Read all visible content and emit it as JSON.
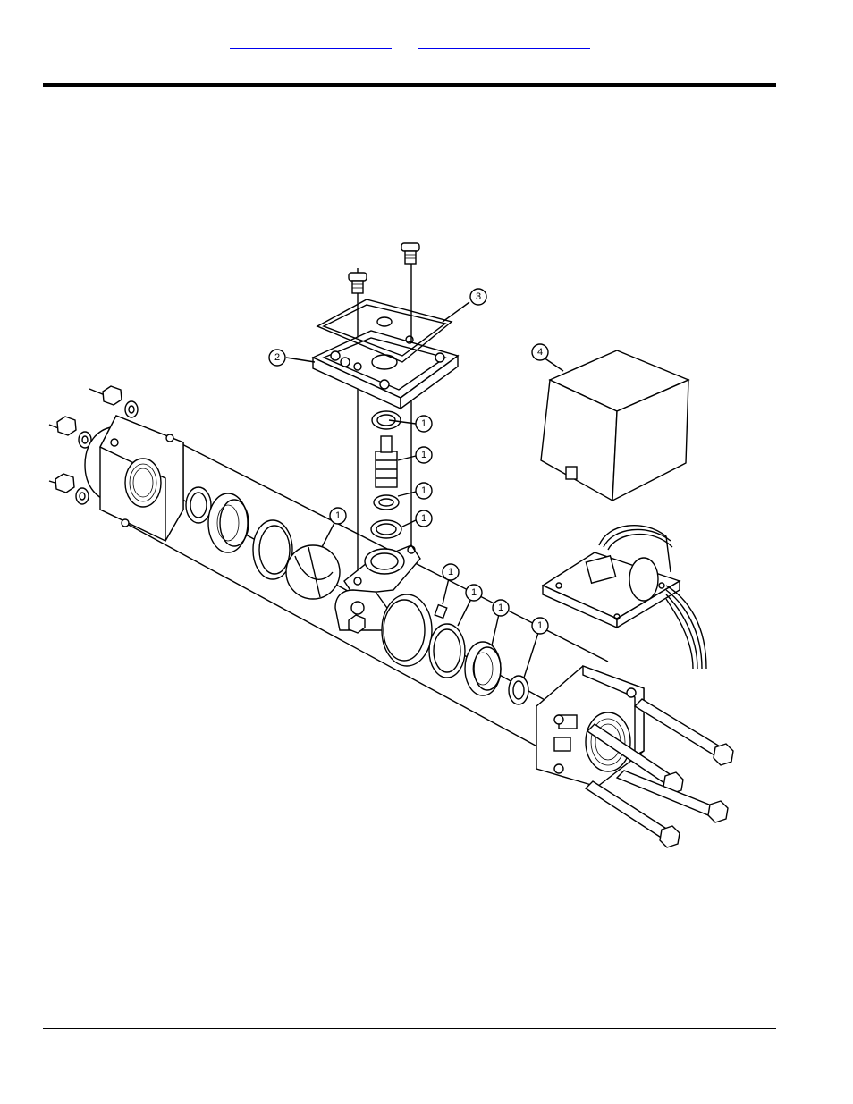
{
  "header": {
    "link_1": "",
    "link_2": ""
  },
  "callouts": [
    {
      "id": "callout-1a",
      "label": "1"
    },
    {
      "id": "callout-1b",
      "label": "1"
    },
    {
      "id": "callout-1c",
      "label": "1"
    },
    {
      "id": "callout-1d",
      "label": "1"
    },
    {
      "id": "callout-1e",
      "label": "1"
    },
    {
      "id": "callout-1f",
      "label": "1"
    },
    {
      "id": "callout-1g",
      "label": "1"
    },
    {
      "id": "callout-1h",
      "label": "1"
    },
    {
      "id": "callout-1i",
      "label": "1"
    },
    {
      "id": "callout-2",
      "label": "2"
    },
    {
      "id": "callout-3",
      "label": "3"
    },
    {
      "id": "callout-4",
      "label": "4"
    }
  ]
}
